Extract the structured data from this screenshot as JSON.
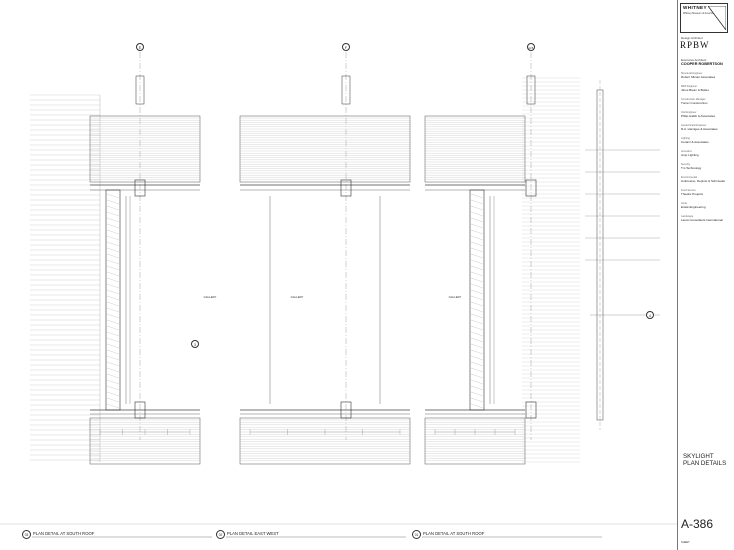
{
  "title_block": {
    "firm_logo": "WHITNEY",
    "firm_logo_caption": "Whitney Museum of American Art",
    "design_architect_label": "Design Architect",
    "design_architect": "RPBW",
    "executive_architect_label": "Executive Architect",
    "executive_architect": "COOPER ROBERTSON",
    "consultants": [
      {
        "role": "Structural Engineer",
        "name": "Robert Silman Associates"
      },
      {
        "role": "MEP Engineer",
        "name": "Jaros Baum & Bolles"
      },
      {
        "role": "Construction Manager",
        "name": "Turner Construction"
      },
      {
        "role": "Civil Engineer",
        "name": "Philip Habib & Associates"
      },
      {
        "role": "Geotechnical Engineer",
        "name": "R.A. Heintges & Associates"
      },
      {
        "role": "Lighting",
        "name": "Cerami & Associates"
      },
      {
        "role": "Acoustics",
        "name": "Arup Lighting"
      },
      {
        "role": "Security",
        "name": "Tm Technology"
      },
      {
        "role": "Environmental",
        "name": "Ambrosino, Depinto & Schmieder"
      },
      {
        "role": "Food Service",
        "name": "Theatre Projects"
      },
      {
        "role": "Code",
        "name": "Entek Engineering"
      },
      {
        "role": "Landscape",
        "name": "Laura Consultants International"
      }
    ],
    "sheet_title_line1": "SKYLIGHT",
    "sheet_title_line2": "PLAN DETAILS",
    "sheet_number": "A-386",
    "sheet_label": "SHEET"
  },
  "plans": [
    {
      "number": "03",
      "title": "PLAN DETAIL AT SOUTH ROOF"
    },
    {
      "number": "02",
      "title": "PLAN DETAIL EAST WEST"
    },
    {
      "number": "01",
      "title": "PLAN DETAIL AT SOUTH ROOF"
    }
  ],
  "grid_markers": [
    "E",
    "F",
    "H.5",
    "4",
    "3"
  ],
  "room_labels": [
    "GALLERY",
    "GALLERY",
    "GALLERY"
  ]
}
